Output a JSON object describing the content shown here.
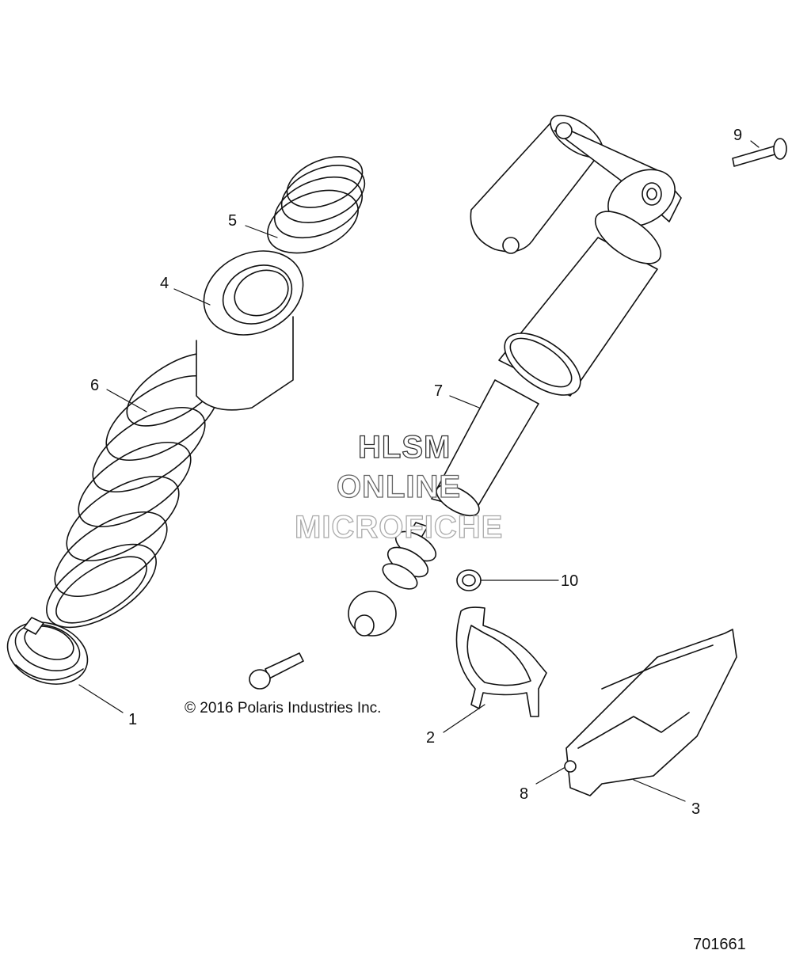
{
  "callouts": {
    "c1": "1",
    "c2": "2",
    "c3": "3",
    "c4": "4",
    "c5": "5",
    "c6": "6",
    "c7": "7",
    "c8": "8",
    "c9": "9",
    "c10": "10"
  },
  "copyright": "© 2016 Polaris Industries Inc.",
  "watermark": {
    "line1": "HLSM",
    "line2": "ONLINE",
    "line3": "MICROFICHE"
  },
  "document_number": "701661"
}
